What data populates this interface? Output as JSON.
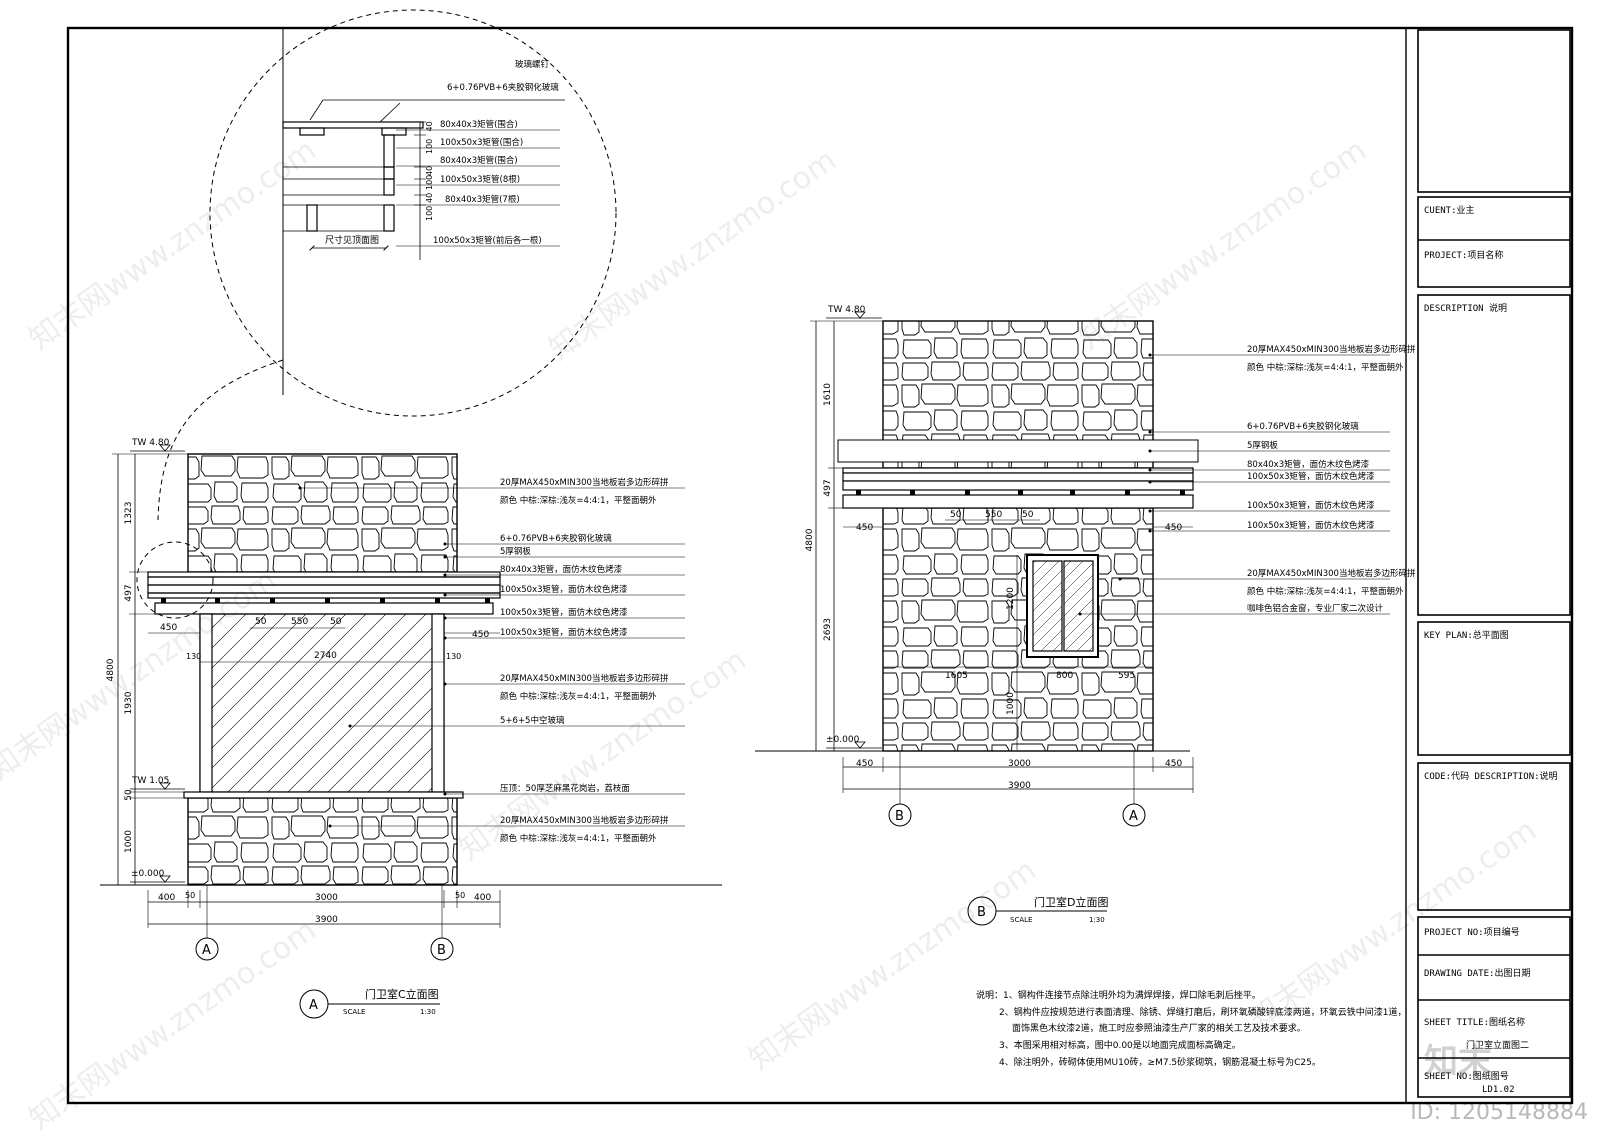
{
  "titleblock": {
    "client": "CUENT:业主",
    "project": "PROJECT:项目名称",
    "description": "DESCRIPTION 说明",
    "key_plan": "KEY PLAN:总平面图",
    "code": "CODE:代码  DESCRIPTION:说明",
    "project_no": "PROJECT NO:项目编号",
    "drawing_date": "DRAWING DATE:出图日期",
    "sheet_title": "SHEET TITLE:图纸名称",
    "sheet_title_value": "门卫室立面图二",
    "sheet_no": "SHEET NO:图纸图号",
    "sheet_no_value": "LD1.02"
  },
  "detail": {
    "labels": [
      "玻璃螺钉",
      "6+0.76PVB+6夹胶钢化玻璃",
      "80x40x3矩管(围合)",
      "100x50x3矩管(围合)",
      "80x40x3矩管(围合)",
      "100x50x3矩管(8根)",
      "80x40x3矩管(7根)",
      "100x50x3矩管(前后各一根)"
    ],
    "dims": [
      "40",
      "100",
      "40",
      "100",
      "40",
      "100"
    ],
    "note": "尺寸见顶面图"
  },
  "elev_a": {
    "tw_top": "TW 4.80",
    "tw_mid": "TW 1.05",
    "ground": "±0.000",
    "vdims_left": [
      "1323",
      "497",
      "1930",
      "50",
      "1000"
    ],
    "vdim_total": "4800",
    "overhang_left": "450",
    "overhang_right": "450",
    "span_small": [
      "50",
      "550",
      "50"
    ],
    "glass_width": "2740",
    "glass_margin_l": "130",
    "glass_margin_r": "130",
    "bottom_dims": [
      "400",
      "50",
      "3000",
      "50",
      "400"
    ],
    "bottom_total": "3900",
    "axis_left": "A",
    "axis_right": "B",
    "labels": [
      [
        "20厚MAX450xMIN300当地板岩多边形碎拼",
        "颜色 中棕:深棕:浅灰=4:4:1，平整面朝外"
      ],
      [
        "6+0.76PVB+6夹胶钢化玻璃"
      ],
      [
        "5厚钢板"
      ],
      [
        "80x40x3矩管，面仿木纹色烤漆"
      ],
      [
        "100x50x3矩管，面仿木纹色烤漆"
      ],
      [
        "100x50x3矩管，面仿木纹色烤漆"
      ],
      [
        "100x50x3矩管，面仿木纹色烤漆"
      ],
      [
        "20厚MAX450xMIN300当地板岩多边形碎拼",
        "颜色 中棕:深棕:浅灰=4:4:1，平整面朝外"
      ],
      [
        "5+6+5中空玻璃"
      ],
      [
        "压顶：50厚芝麻黑花岗岩，荔枝面"
      ],
      [
        "20厚MAX450xMIN300当地板岩多边形碎拼",
        "颜色 中棕:深棕:浅灰=4:4:1，平整面朝外"
      ]
    ],
    "title_circle": "A",
    "title": "门卫室C立面图",
    "scale_label": "SCALE",
    "scale": "1:30"
  },
  "elev_b": {
    "tw_top": "TW 4.80",
    "ground": "±0.000",
    "vdims_left": [
      "1610",
      "497",
      "2693"
    ],
    "vdim_total": "4800",
    "overhang_left": "450",
    "overhang_right": "450",
    "span_small": [
      "50",
      "550",
      "50"
    ],
    "window_h": "1200",
    "sill_h": "1000",
    "win_dims": [
      "1605",
      "800",
      "595"
    ],
    "bottom_dims": [
      "450",
      "3000",
      "450"
    ],
    "bottom_total": "3900",
    "axis_left": "B",
    "axis_right": "A",
    "labels": [
      [
        "20厚MAX450xMIN300当地板岩多边形碎拼",
        "颜色 中棕:深棕:浅灰=4:4:1，平整面朝外"
      ],
      [
        "6+0.76PVB+6夹胶钢化玻璃"
      ],
      [
        "5厚钢板"
      ],
      [
        "80x40x3矩管，面仿木纹色烤漆"
      ],
      [
        "100x50x3矩管，面仿木纹色烤漆"
      ],
      [
        "100x50x3矩管，面仿木纹色烤漆"
      ],
      [
        "100x50x3矩管，面仿木纹色烤漆"
      ],
      [
        "20厚MAX450xMIN300当地板岩多边形碎拼",
        "颜色 中棕:深棕:浅灰=4:4:1，平整面朝外"
      ],
      [
        "咖啡色铝合金窗，专业厂家二次设计"
      ]
    ],
    "title_circle": "B",
    "title": "门卫室D立面图",
    "scale_label": "SCALE",
    "scale": "1:30"
  },
  "notes": [
    "说明：1、钢构件连接节点除注明外均为满焊焊接，焊口除毛刺后挫平。",
    "2、钢构件应按规范进行表面清理、除锈、焊缝打磨后，刷环氧磷酸锌底漆两道，环氧云铁中间漆1道，",
    "面饰黑色木纹漆2道，施工时应参照油漆生产厂家的相关工艺及技术要求。",
    "3、本图采用相对标高，图中0.00是以地面完成面标高确定。",
    "4、除注明外，砖砌体使用MU10砖，≥M7.5砂浆砌筑，钢筋混凝土标号为C25。"
  ],
  "watermark": "知末网www.znzmo.com",
  "logo": "知末",
  "id_tag": "ID: 1205148884"
}
